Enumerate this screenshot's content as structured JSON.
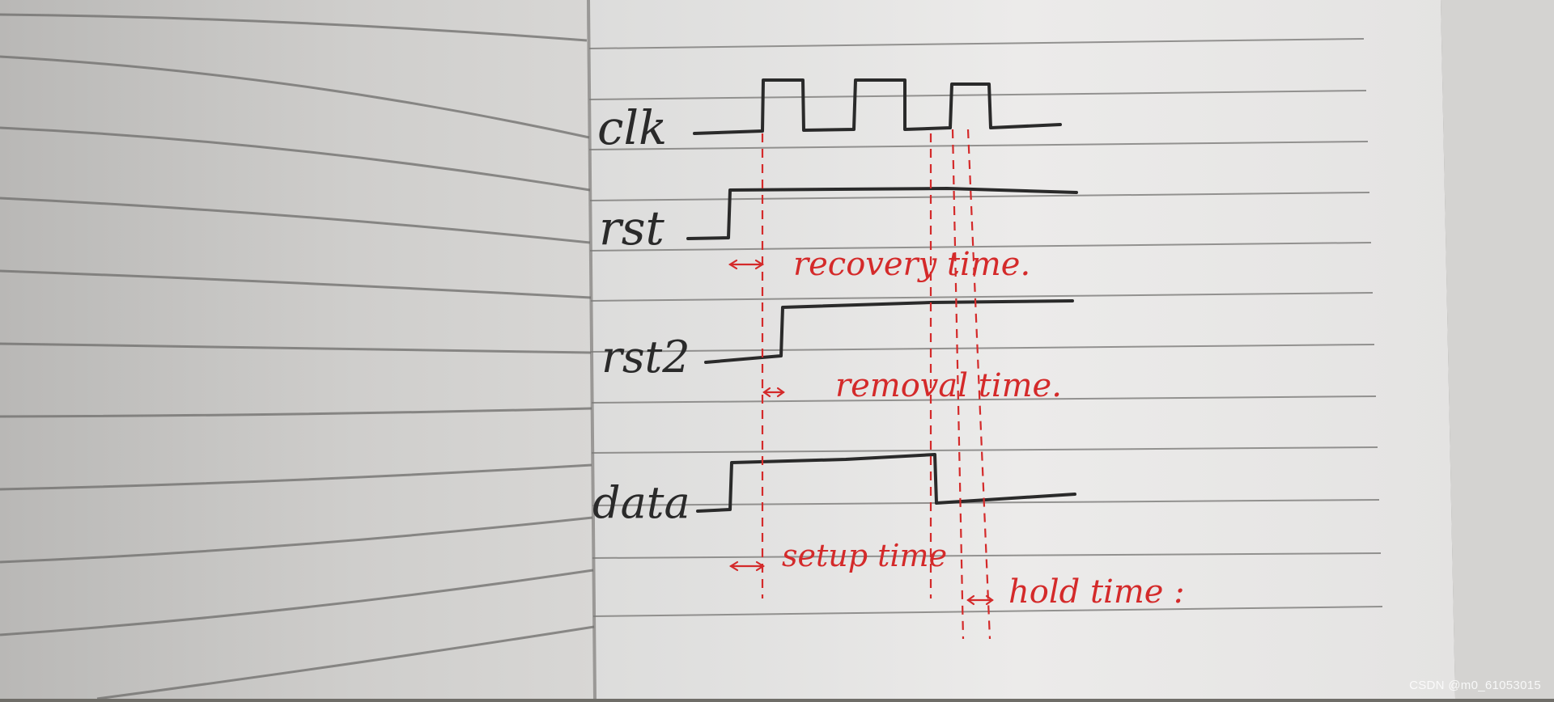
{
  "diagram": {
    "signals": [
      {
        "id": "clk",
        "label": "clk"
      },
      {
        "id": "rst",
        "label": "rst"
      },
      {
        "id": "rst2",
        "label": "rst2"
      },
      {
        "id": "data",
        "label": "data"
      }
    ],
    "annotations": [
      {
        "id": "recovery",
        "text": "recovery time."
      },
      {
        "id": "removal",
        "text": "removal time."
      },
      {
        "id": "setup",
        "text": "setup time"
      },
      {
        "id": "hold",
        "text": "hold time :"
      }
    ],
    "ink_color": "#2a2a2a",
    "annotation_color": "#d42a2a"
  },
  "watermark": "CSDN @m0_61053015"
}
